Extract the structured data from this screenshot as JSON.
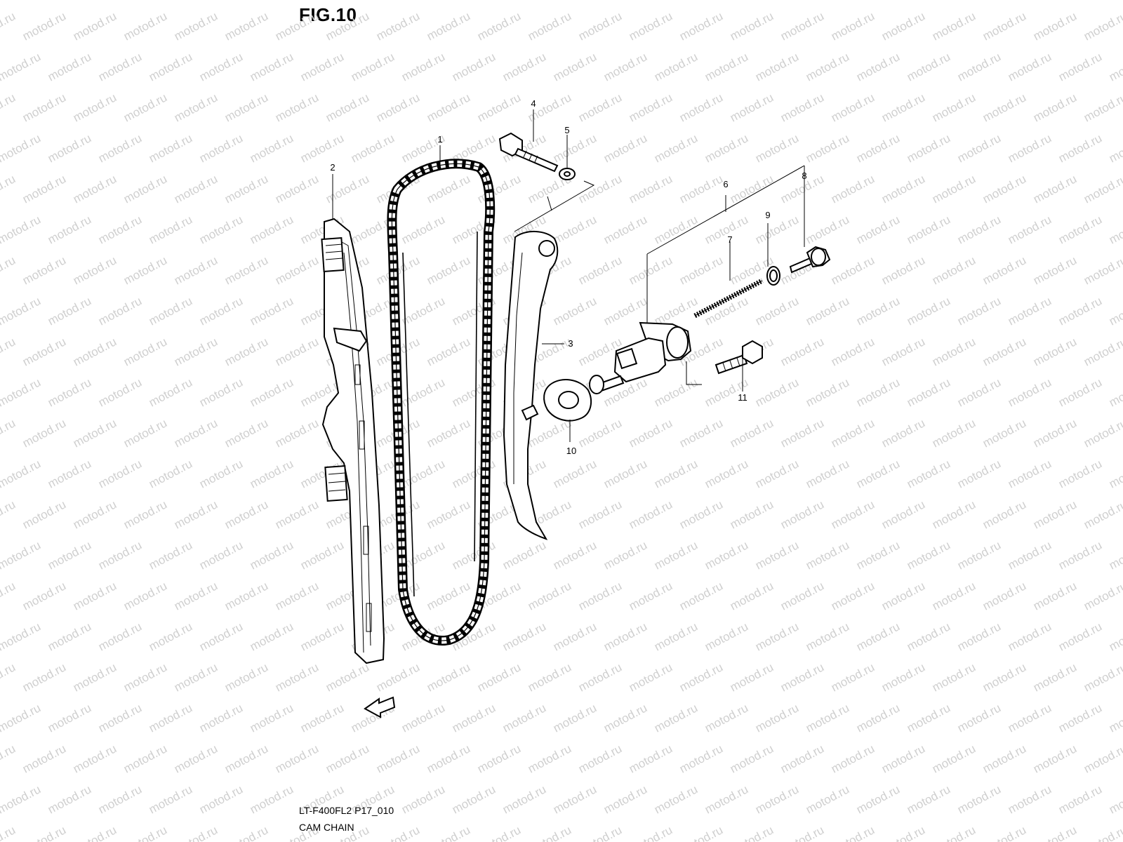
{
  "figure": {
    "title": "FIG.10",
    "code": "LT-F400FL2 P17_010",
    "name": "CAM CHAIN"
  },
  "watermark": "motod.ru",
  "callouts": [
    {
      "id": "1"
    },
    {
      "id": "2"
    },
    {
      "id": "3"
    },
    {
      "id": "4"
    },
    {
      "id": "5"
    },
    {
      "id": "6"
    },
    {
      "id": "7"
    },
    {
      "id": "8"
    },
    {
      "id": "9"
    },
    {
      "id": "10"
    },
    {
      "id": "11"
    }
  ],
  "colors": {
    "line": "#000000",
    "background": "#ffffff",
    "watermark": "#cfcfcf"
  }
}
